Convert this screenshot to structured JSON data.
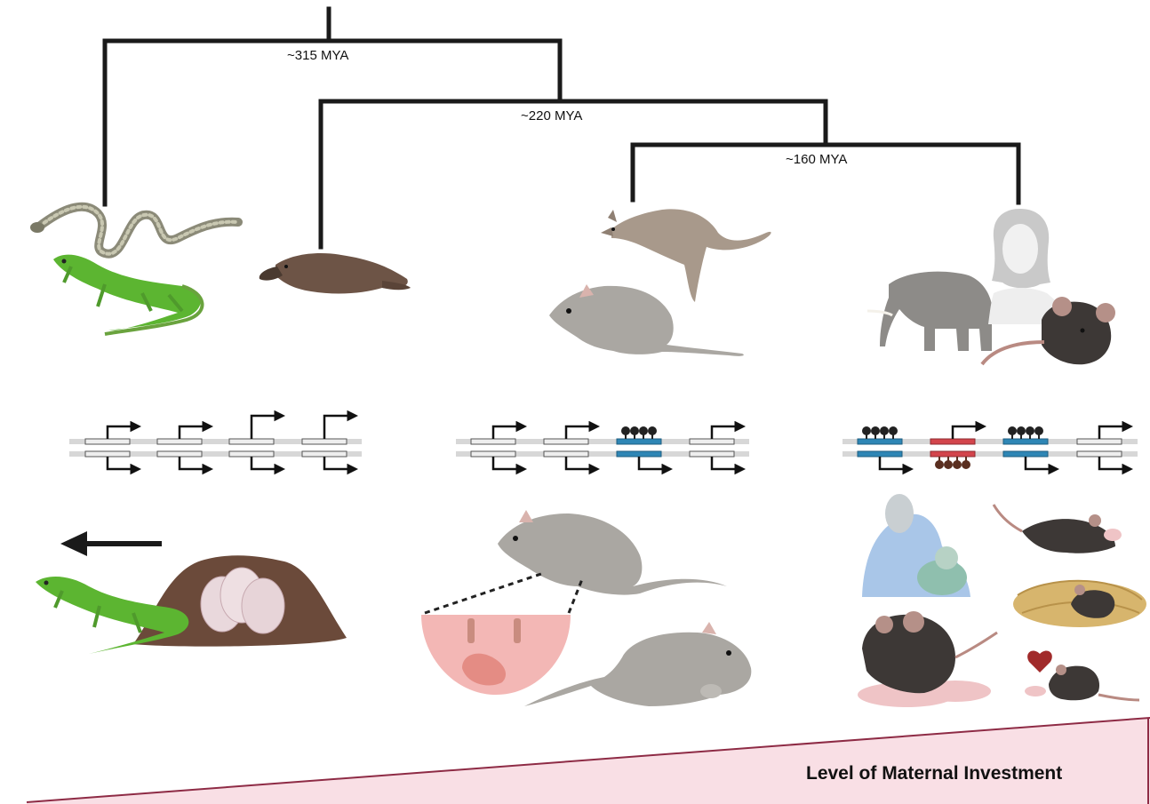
{
  "tree": {
    "nodes": [
      {
        "label": "~315 MYA"
      },
      {
        "label": "~220 MYA"
      },
      {
        "label": "~160 MYA"
      }
    ]
  },
  "groups": [
    {
      "animals": [
        "snake-icon",
        "anole-lizard-icon"
      ],
      "imprinting": [
        {
          "top": "none",
          "bottom": "none"
        },
        {
          "top": "none",
          "bottom": "none"
        },
        {
          "top": "none",
          "bottom": "none"
        },
        {
          "top": "none",
          "bottom": "none"
        }
      ],
      "care": [
        "anole-lizard-icon",
        "egg-nest-icon",
        "left-arrow-icon"
      ]
    },
    {
      "animals": [
        "platypus-icon"
      ]
    },
    {
      "animals": [
        "kangaroo-icon",
        "opossum-icon"
      ],
      "imprinting": [
        {
          "top": "none",
          "bottom": "none"
        },
        {
          "top": "none",
          "bottom": "none"
        },
        {
          "top": "methylated",
          "bottom": "expressed"
        },
        {
          "top": "none",
          "bottom": "none"
        }
      ],
      "care": [
        "opossum-icon",
        "pouch-embryo-icon",
        "opossum-with-young-icon"
      ]
    },
    {
      "animals": [
        "elephant-icon",
        "human-woman-icon",
        "mouse-icon"
      ],
      "imprinting": [
        {
          "top": "methylated",
          "bottom": "expressed"
        },
        {
          "top": "expressed",
          "bottom": "methylated"
        },
        {
          "top": "methylated",
          "bottom": "expressed"
        },
        {
          "top": "none",
          "bottom": "none"
        }
      ],
      "care": [
        "breastfeeding-icon",
        "mouse-retrieving-pup-icon",
        "mouse-nest-icon",
        "mouse-nursing-pups-icon",
        "mouse-pup-heart-icon"
      ]
    }
  ],
  "colors": {
    "maternal_gene": "#2e86b5",
    "paternal_gene": "#d3454c",
    "methyl_paternal": "#222222",
    "methyl_maternal": "#5a2f20",
    "neutral_gene": "#eeeeee",
    "chromosome": "#d7d7d7",
    "wedge_fill": "#f9dfe5",
    "wedge_edge": "#8e2b45"
  },
  "gradient": {
    "label": "Level of Maternal Investment"
  }
}
